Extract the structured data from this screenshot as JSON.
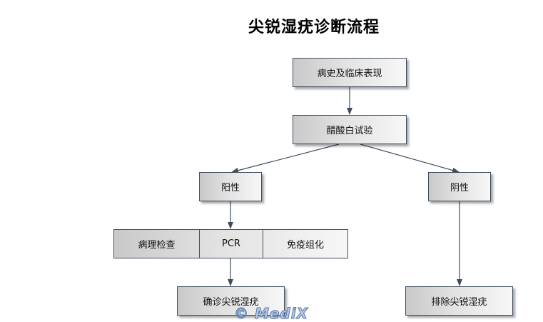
{
  "title": "尖锐湿疣诊断流程",
  "nodes": {
    "history": "病史及临床表现",
    "acetic_test": "醋酸白试验",
    "positive": "阳性",
    "negative": "阴性",
    "methods": [
      "病理检查",
      "PCR",
      "免疫组化"
    ],
    "confirm": "确诊尖锐湿疣",
    "exclude": "排除尖锐湿疣"
  },
  "watermark": "© MediX",
  "colors": {
    "node_border": "#3f4d5e",
    "arrow": "#3f4d5e",
    "node_fill_dark": "#c9c9c9",
    "node_fill_light": "#f7f7f7"
  }
}
